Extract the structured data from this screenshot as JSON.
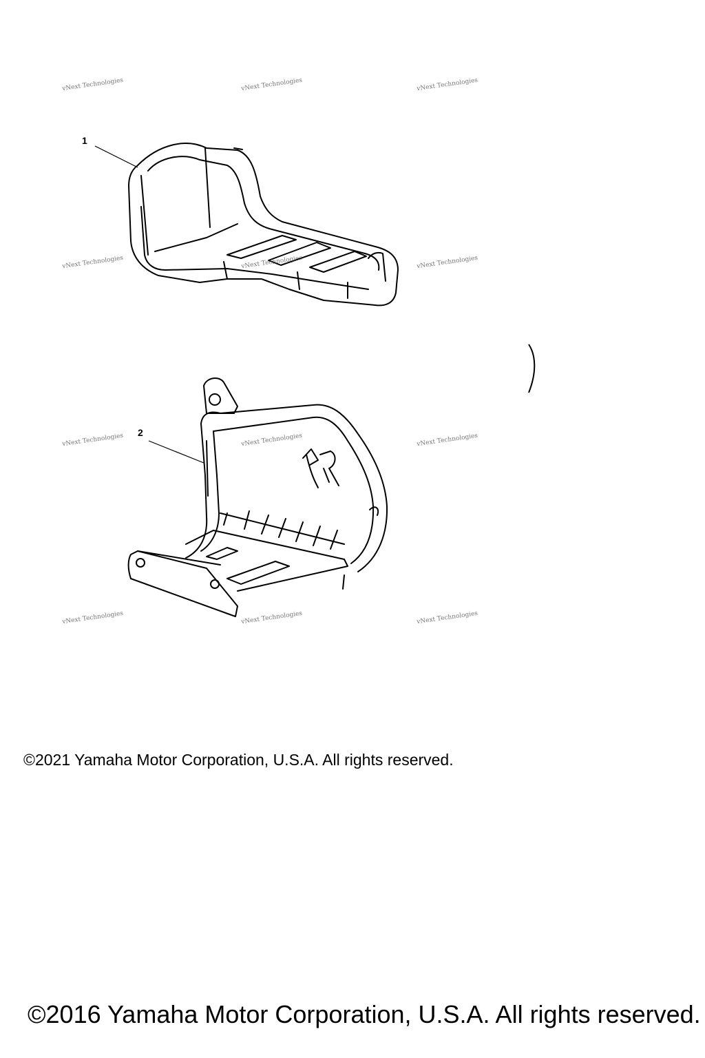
{
  "callouts": {
    "part1": "1",
    "part2": "2"
  },
  "watermark_text": "vNext Technologies",
  "copyright_small": "©2021 Yamaha Motor Corporation, U.S.A. All rights reserved.",
  "copyright_large": "©2016 Yamaha Motor Corporation, U.S.A. All rights reserved."
}
